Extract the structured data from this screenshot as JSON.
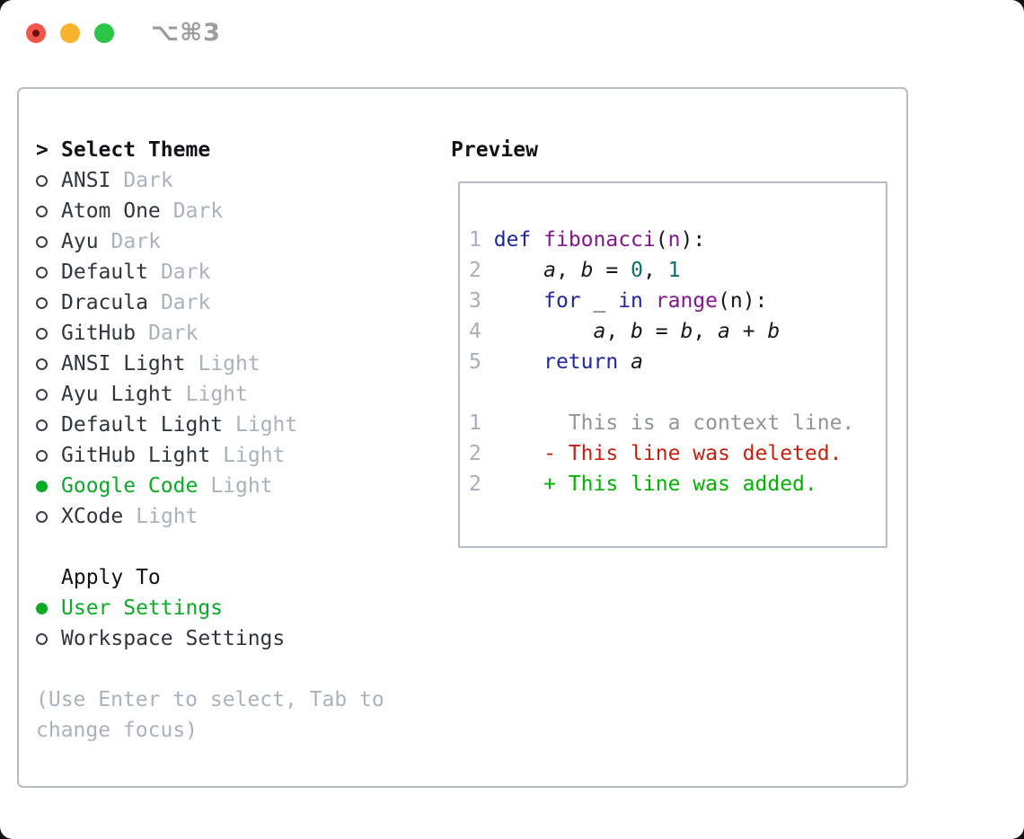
{
  "titlebar": {
    "shortcut": "⌥⌘3"
  },
  "theme_panel": {
    "header_prefix": ">",
    "header": "Select Theme",
    "items": [
      {
        "name": "ANSI",
        "variant": "Dark",
        "selected": false
      },
      {
        "name": "Atom One",
        "variant": "Dark",
        "selected": false
      },
      {
        "name": "Ayu",
        "variant": "Dark",
        "selected": false
      },
      {
        "name": "Default",
        "variant": "Dark",
        "selected": false
      },
      {
        "name": "Dracula",
        "variant": "Dark",
        "selected": false
      },
      {
        "name": "GitHub",
        "variant": "Dark",
        "selected": false
      },
      {
        "name": "ANSI Light",
        "variant": "Light",
        "selected": false
      },
      {
        "name": "Ayu Light",
        "variant": "Light",
        "selected": false
      },
      {
        "name": "Default Light",
        "variant": "Light",
        "selected": false
      },
      {
        "name": "GitHub Light",
        "variant": "Light",
        "selected": false
      },
      {
        "name": "Google Code",
        "variant": "Light",
        "selected": true
      },
      {
        "name": "XCode",
        "variant": "Light",
        "selected": false
      }
    ]
  },
  "apply_panel": {
    "header": "Apply To",
    "items": [
      {
        "label": "User Settings",
        "selected": true
      },
      {
        "label": "Workspace Settings",
        "selected": false
      }
    ]
  },
  "help": {
    "line1": "(Use Enter to select, Tab to",
    "line2": "change focus)"
  },
  "preview": {
    "header": "Preview",
    "lines": [
      {
        "type": "code",
        "num": "1",
        "segments": [
          {
            "t": " ",
            "c": "p"
          },
          {
            "t": "def",
            "c": "kw"
          },
          {
            "t": " ",
            "c": "p"
          },
          {
            "t": "fibonacci",
            "c": "fn"
          },
          {
            "t": "(",
            "c": "p"
          },
          {
            "t": "n",
            "c": "fn"
          },
          {
            "t": "):",
            "c": "p"
          }
        ]
      },
      {
        "type": "code",
        "num": "2",
        "segments": [
          {
            "t": "     ",
            "c": "p"
          },
          {
            "t": "a",
            "c": "v"
          },
          {
            "t": ", ",
            "c": "p"
          },
          {
            "t": "b",
            "c": "v"
          },
          {
            "t": " = ",
            "c": "p"
          },
          {
            "t": "0",
            "c": "lit"
          },
          {
            "t": ", ",
            "c": "p"
          },
          {
            "t": "1",
            "c": "lit"
          }
        ]
      },
      {
        "type": "code",
        "num": "3",
        "segments": [
          {
            "t": "     ",
            "c": "p"
          },
          {
            "t": "for",
            "c": "kw"
          },
          {
            "t": " _ ",
            "c": "p"
          },
          {
            "t": "in",
            "c": "kw"
          },
          {
            "t": " ",
            "c": "p"
          },
          {
            "t": "range",
            "c": "fn"
          },
          {
            "t": "(n):",
            "c": "p"
          }
        ]
      },
      {
        "type": "code",
        "num": "4",
        "segments": [
          {
            "t": "         ",
            "c": "p"
          },
          {
            "t": "a",
            "c": "v"
          },
          {
            "t": ", ",
            "c": "p"
          },
          {
            "t": "b",
            "c": "v"
          },
          {
            "t": " = ",
            "c": "p"
          },
          {
            "t": "b",
            "c": "v"
          },
          {
            "t": ", ",
            "c": "p"
          },
          {
            "t": "a",
            "c": "v"
          },
          {
            "t": " + ",
            "c": "p"
          },
          {
            "t": "b",
            "c": "v"
          }
        ]
      },
      {
        "type": "code",
        "num": "5",
        "segments": [
          {
            "t": "     ",
            "c": "p"
          },
          {
            "t": "return",
            "c": "kw"
          },
          {
            "t": " ",
            "c": "p"
          },
          {
            "t": "a",
            "c": "v"
          }
        ]
      },
      {
        "type": "blank"
      },
      {
        "type": "context",
        "num": "1",
        "text": "       This is a context line."
      },
      {
        "type": "deleted",
        "num": "2",
        "text": "     - This line was deleted."
      },
      {
        "type": "added",
        "num": "2",
        "text": "     + This line was added."
      }
    ]
  },
  "colors": {
    "tl_red": "#f2564a",
    "tl_red_dot": "#70100a",
    "tl_yellow": "#f7b32b",
    "tl_green": "#2bc648",
    "title_gray": "#9b9ba0",
    "border": "#b5bcc5",
    "text": "#2f363e",
    "header_text": "#101419",
    "muted": "#a9b2bd",
    "bullet": "#3a4047",
    "accent": "#0cab27",
    "linenum": "#a6aebb",
    "kw": "#2127a3",
    "fn": "#841690",
    "lit": "#0e6d6b",
    "plain": "#15181c",
    "context": "#8f959c",
    "deleted": "#c8200f",
    "added": "#00b400"
  }
}
